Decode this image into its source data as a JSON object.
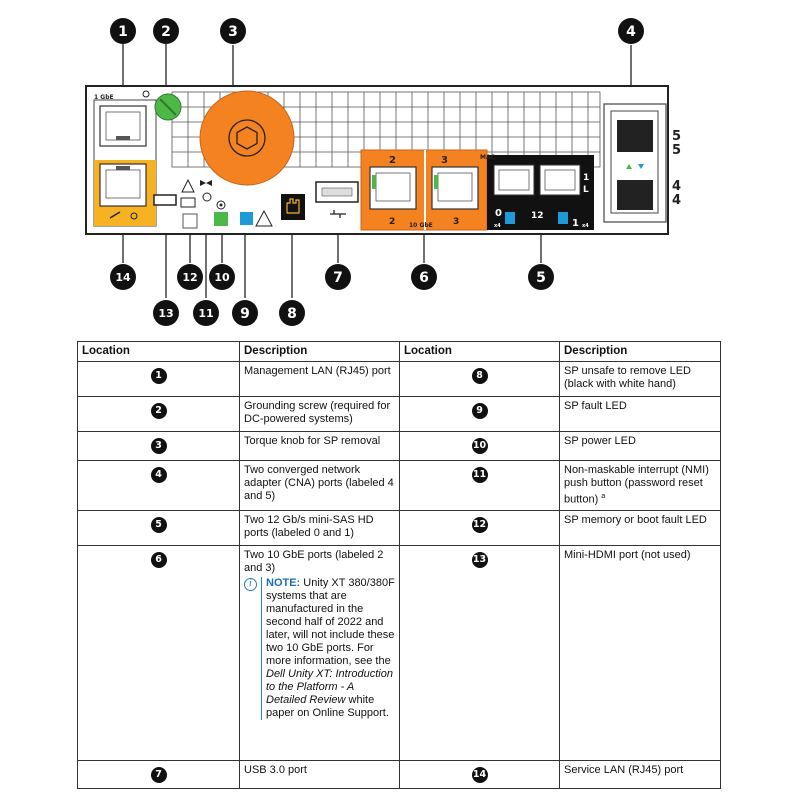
{
  "diagram": {
    "labels": {
      "gbe1": "1 GbE",
      "mac": "MAC",
      "port2": "2",
      "port3": "3",
      "port2_flip": "2",
      "port3_flip": "3",
      "gbe10": "10 GbE",
      "sas0": "0",
      "sas1": "1",
      "sas12": "12",
      "sas_x4a": "x4",
      "sas_x4b": "x4",
      "sas_side1": "1",
      "sas_sideL": "L",
      "cna5": "5",
      "cna5_flip": "5",
      "cna4": "4",
      "cna4_flip": "4"
    },
    "callouts": [
      "1",
      "2",
      "3",
      "4",
      "5",
      "6",
      "7",
      "8",
      "9",
      "10",
      "11",
      "12",
      "13",
      "14"
    ]
  },
  "table": {
    "headers": [
      "Location",
      "Description",
      "Location",
      "Description"
    ],
    "rows": [
      {
        "left_loc": "1",
        "left_desc": "Management LAN (RJ45) port",
        "right_loc": "8",
        "right_desc": "SP unsafe to remove LED (black with white hand)"
      },
      {
        "left_loc": "2",
        "left_desc": "Grounding screw (required for DC-powered systems)",
        "right_loc": "9",
        "right_desc": "SP fault LED"
      },
      {
        "left_loc": "3",
        "left_desc": "Torque knob for SP removal",
        "right_loc": "10",
        "right_desc": "SP power LED"
      },
      {
        "left_loc": "4",
        "left_desc": "Two converged network adapter (CNA) ports (labeled 4 and 5)",
        "right_loc": "11",
        "right_desc": "Non-maskable interrupt (NMI) push button (password reset button)",
        "right_sup": "a"
      },
      {
        "left_loc": "5",
        "left_desc": "Two 12 Gb/s mini-SAS HD ports (labeled 0 and 1)",
        "right_loc": "12",
        "right_desc": "SP memory or boot fault LED"
      },
      {
        "left_loc": "6",
        "left_desc": "Two 10 GbE ports (labeled 2 and 3)",
        "right_loc": "13",
        "right_desc": "Mini-HDMI port (not used)",
        "note": {
          "label": "NOTE:",
          "text1": " Unity XT 380/380F systems that are manufactured in the second half of 2022 and later, will not include these two 10 GbE ports. For more information, see the ",
          "italic": "Dell Unity XT: Introduction to the Platform - A Detailed Review",
          "text2": " white paper on Online Support."
        }
      },
      {
        "left_loc": "7",
        "left_desc": "USB 3.0 port",
        "right_loc": "14",
        "right_desc": "Service LAN (RJ45) port"
      }
    ]
  },
  "colors": {
    "orange": "#f58220",
    "yellow": "#f5b324",
    "green": "#4db848",
    "blue": "#1e9ad6",
    "callout": "#111111"
  }
}
